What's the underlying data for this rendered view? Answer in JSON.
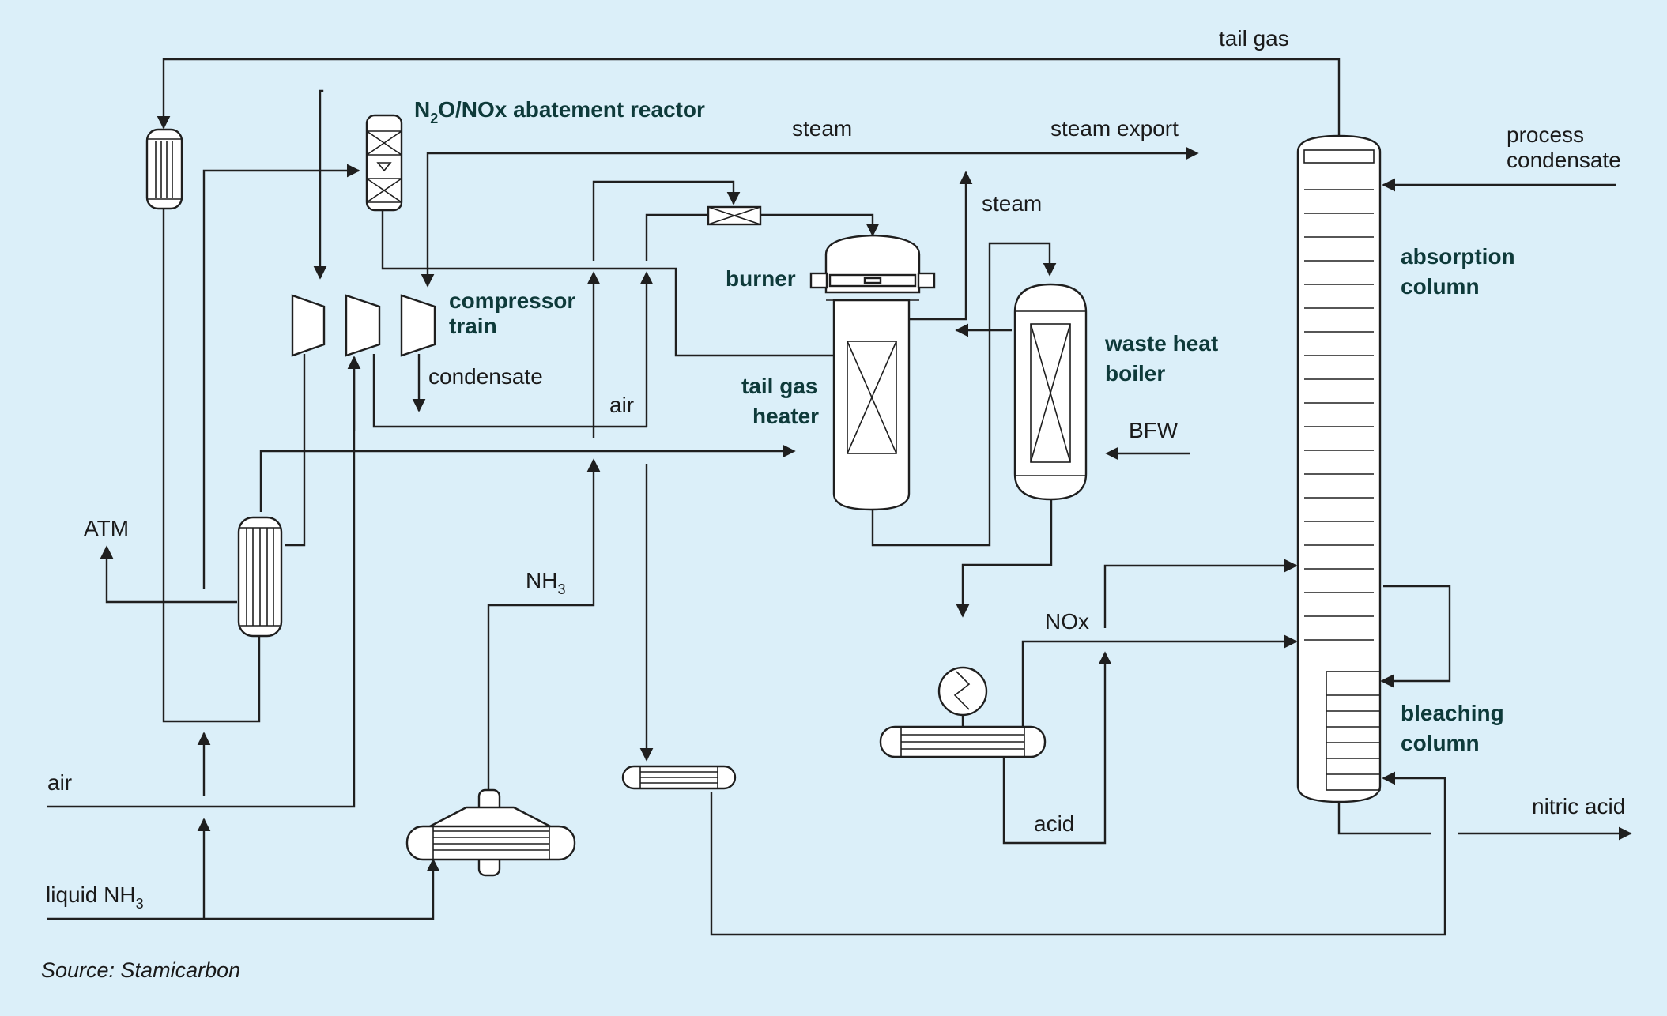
{
  "labels": {
    "tail_gas": "tail gas",
    "n2o_reactor_pre": "N",
    "n2o_reactor_sub": "2",
    "n2o_reactor_post": "O/NOx abatement reactor",
    "steam_top": "steam",
    "steam_export": "steam export",
    "steam_mid": "steam",
    "burner": "burner",
    "compressor_train_1": "compressor",
    "compressor_train_2": "train",
    "condensate": "condensate",
    "air_mid": "air",
    "tail_gas_heater_1": "tail gas",
    "tail_gas_heater_2": "heater",
    "waste_heat_boiler_1": "waste heat",
    "waste_heat_boiler_2": "boiler",
    "bfw": "BFW",
    "process_condensate_1": "process",
    "process_condensate_2": "condensate",
    "absorption_column_1": "absorption",
    "absorption_column_2": "column",
    "bleaching_column_1": "bleaching",
    "bleaching_column_2": "column",
    "atm": "ATM",
    "nh3_pre": "NH",
    "nh3_sub": "3",
    "nox": "NOx",
    "air_left": "air",
    "liquid_nh3_pre": "liquid NH",
    "liquid_nh3_sub": "3",
    "acid": "acid",
    "nitric_acid": "nitric acid",
    "source": "Source: Stamicarbon"
  },
  "colors": {
    "background": "#dbeff9",
    "line": "#1f1f1f",
    "equipment_fill": "#ffffff",
    "bold_label": "#0e3a3a"
  }
}
